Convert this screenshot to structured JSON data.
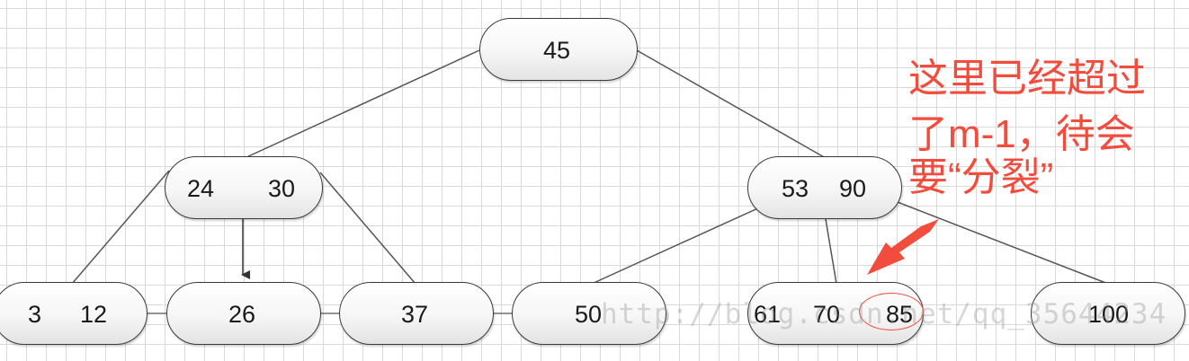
{
  "nodes": {
    "root": {
      "keys": [
        "45"
      ]
    },
    "left": {
      "keys": [
        "24",
        "30"
      ]
    },
    "right": {
      "keys": [
        "53",
        "90"
      ]
    },
    "leaf1": {
      "keys": [
        "3",
        "12"
      ]
    },
    "leaf2": {
      "keys": [
        "26"
      ]
    },
    "leaf3": {
      "keys": [
        "37"
      ]
    },
    "leaf4": {
      "keys": [
        "50"
      ]
    },
    "leaf5": {
      "keys": [
        "61",
        "70",
        "85"
      ]
    },
    "leaf6": {
      "keys": [
        "100"
      ]
    }
  },
  "annotation": {
    "lines": [
      "这里已经超过",
      "了m-1，待会",
      "要“分裂”"
    ],
    "color": "#f24c3d"
  },
  "watermark": "http://blog.csdn.net/qq_35644234",
  "colors": {
    "edge": "#555555",
    "node_border": "#3a3a3a",
    "grid": "#d9d9d9"
  }
}
